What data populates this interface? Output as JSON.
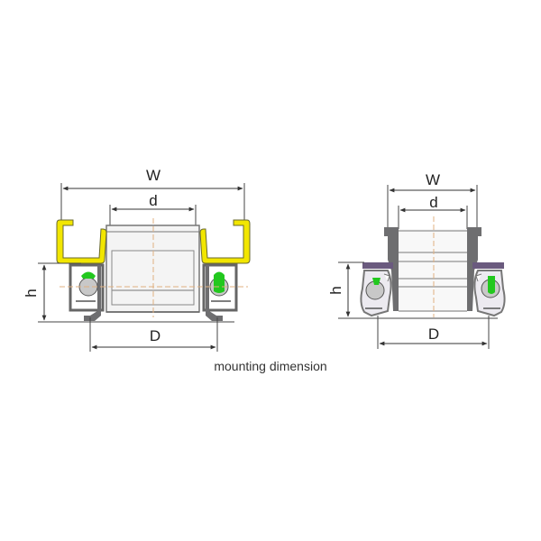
{
  "caption": "mounting dimension",
  "colors": {
    "background": "#ffffff",
    "outline": "#555555",
    "housing_grey": "#6e6e70",
    "yellow_bracket": "#f2e600",
    "purple_flange": "#6a5a7e",
    "green_seal": "#22c81e",
    "ball_grey": "#c8c8c8",
    "centerline": "#e0b080",
    "dimension_line": "#333333"
  },
  "figures": [
    {
      "id": "left",
      "type": "release bearing with yellow U-bracket",
      "labels": {
        "W": "W",
        "d": "d",
        "h": "h",
        "D": "D"
      }
    },
    {
      "id": "right",
      "type": "release bearing with flanged sleeve",
      "labels": {
        "W": "W",
        "d": "d",
        "h": "h",
        "D": "D"
      }
    }
  ]
}
